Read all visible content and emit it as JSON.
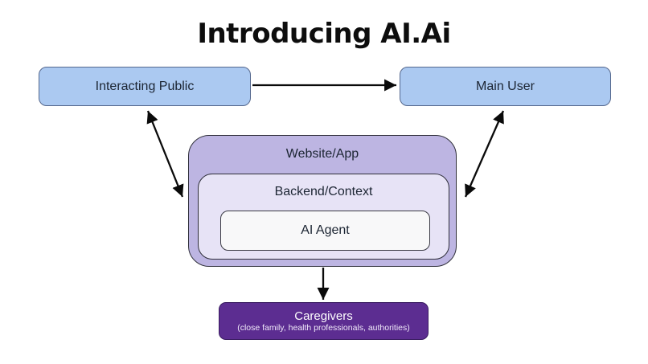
{
  "title": "Introducing AI.Ai",
  "nodes": {
    "interacting_public": {
      "label": "Interacting Public"
    },
    "main_user": {
      "label": "Main User"
    },
    "website_app": {
      "label": "Website/App"
    },
    "backend_context": {
      "label": "Backend/Context"
    },
    "ai_agent": {
      "label": "AI Agent"
    },
    "caregivers": {
      "label": "Caregivers",
      "sublabel": "(close family, health professionals, authorities)"
    }
  },
  "edges": [
    {
      "from": "Interacting Public",
      "to": "Main User",
      "direction": "single"
    },
    {
      "from": "Interacting Public",
      "to": "Website/App",
      "direction": "double"
    },
    {
      "from": "Main User",
      "to": "Website/App",
      "direction": "double"
    },
    {
      "from": "Website/App",
      "to": "Caregivers",
      "direction": "single"
    }
  ],
  "colors": {
    "background": "#ffffff",
    "title_text": "#0d0d0d",
    "blue_node_fill": "#abc9f1",
    "blue_node_border": "#55688e",
    "website_fill": "#bdb5e2",
    "backend_fill": "#e7e3f6",
    "agent_fill": "#f8f8f9",
    "dark_border": "#2f2f3a",
    "caregivers_fill": "#5c2d91",
    "node_text": "#1c2533",
    "caregivers_text": "#ffffff",
    "arrow": "#0a0a0a"
  }
}
